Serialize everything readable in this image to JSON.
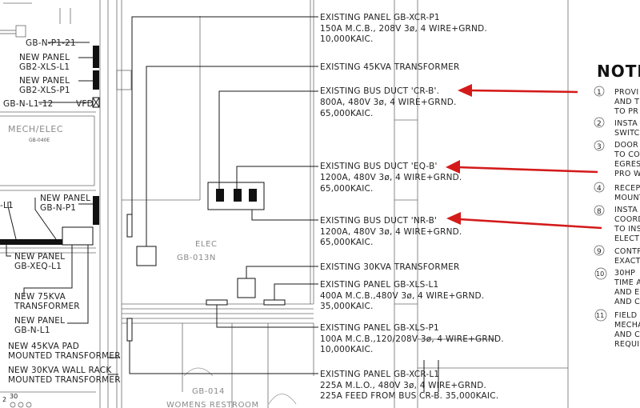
{
  "left_labels": {
    "gb_n_p1_21": "GB-N-P1-21",
    "new_panel_1": "NEW PANEL",
    "gb2_xls_l1": "GB2-XLS-L1",
    "new_panel_2": "NEW PANEL",
    "gb2_xls_p1": "GB2-XLS-P1",
    "gb_n_l1_12": "GB-N-L1-12",
    "vfd": "VFD",
    "mech_elec": "MECH/ELEC",
    "mech_tag": "GB-040E",
    "l1_frag": "-L1",
    "new_panel_3": "NEW PANEL",
    "gb_n_p1": "GB-N-P1",
    "new_panel_4": "NEW PANEL",
    "gb_xeq_l1": "GB-XEQ-L1",
    "new_75kva": "NEW 75KVA",
    "transformer": "TRANSFORMER",
    "new_panel_5": "NEW PANEL",
    "gb_n_l1": "GB-N-L1",
    "new_45kva_pad": "NEW 45KVA PAD",
    "mounted_transformer_1": "MOUNTED TRANSFORMER",
    "new_30kva_wall_rack": "NEW 30KVA WALL RACK",
    "mounted_transformer_2": "MOUNTED TRANSFORMER",
    "sheet_ref": "30",
    "sheet_ref_2": "2"
  },
  "room_labels": {
    "elec": "ELEC",
    "elec_num": "GB-013N",
    "room_num": "GB-014",
    "womens": "WOMENS RESTROOM"
  },
  "callouts": {
    "c1_l1": "EXISTING PANEL GB-XCR-P1",
    "c1_l2": "150A M.C.B., 208V 3ø, 4 WIRE+GRND.",
    "c1_l3": "10,000KAIC.",
    "c2_l1": "EXISTING 45KVA TRANSFORMER",
    "c3_l1": "EXISTING BUS DUCT 'CR-B'.",
    "c3_l2": "800A, 480V 3ø, 4 WIRE+GRND.",
    "c3_l3": "65,000KAIC.",
    "c4_l1": "EXISTING BUS DUCT 'EQ-B'",
    "c4_l2": "1200A, 480V 3ø, 4 WIRE+GRND.",
    "c4_l3": "65,000KAIC.",
    "c5_l1": "EXISTING BUS DUCT 'NR-B'",
    "c5_l2": "1200A, 480V 3ø, 4 WIRE+GRND.",
    "c5_l3": "65,000KAIC.",
    "c6_l1": "EXISTING 30KVA TRANSFORMER",
    "c7_l1": "EXISTING PANEL GB-XLS-L1",
    "c7_l2": "400A M.C.B.,480V 3ø, 4 WIRE+GRND.",
    "c7_l3": "35,000KAIC.",
    "c8_l1": "EXISTING PANEL GB-XLS-P1",
    "c8_l2": "100A M.C.B.,120/208V 3ø, 4 WIRE+GRND.",
    "c8_l3": "10,000KAIC.",
    "c9_l1": "EXISTING PANEL GB-XCR-L1",
    "c9_l2": "225A M.L.O., 480V 3ø, 4 WIRE+GRND.",
    "c9_l3": "225A FEED FROM BUS CR-B. 35,000KAIC."
  },
  "notes": {
    "title": "NOTE",
    "n1_num": "1",
    "n1_l1": "PROVI",
    "n1_l2": "AND T",
    "n1_l3": "TO PR",
    "n2_num": "2",
    "n2_l1": "INSTA",
    "n2_l2": "SWITC",
    "n3_num": "3",
    "n3_l1": "DOOR",
    "n3_l2": "TO CO",
    "n3_l3": "EGRES",
    "n3_l4": "PRO W",
    "n4_num": "4",
    "n4_l1": "RECEP",
    "n4_l2": "MOUNT",
    "n8_num": "8",
    "n8_l1": "INSTA",
    "n8_l2": "COORD",
    "n8_l3": "TO INS",
    "n8_l4": "ELECT",
    "n9_num": "9",
    "n9_l1": "CONTR",
    "n9_l2": "EXACT",
    "n10_num": "10",
    "n10_l1": "30HP",
    "n10_l2": "TIME A",
    "n10_l3": "AND E",
    "n10_l4": "AND C",
    "n11_num": "11",
    "n11_l1": "FIELD",
    "n11_l2": "MECHA",
    "n11_l3": "AND C",
    "n11_l4": "REQUI"
  },
  "colors": {
    "arrow": "#d41a1a",
    "line": "#1a1a1a",
    "room_text": "#8a8a8a"
  }
}
